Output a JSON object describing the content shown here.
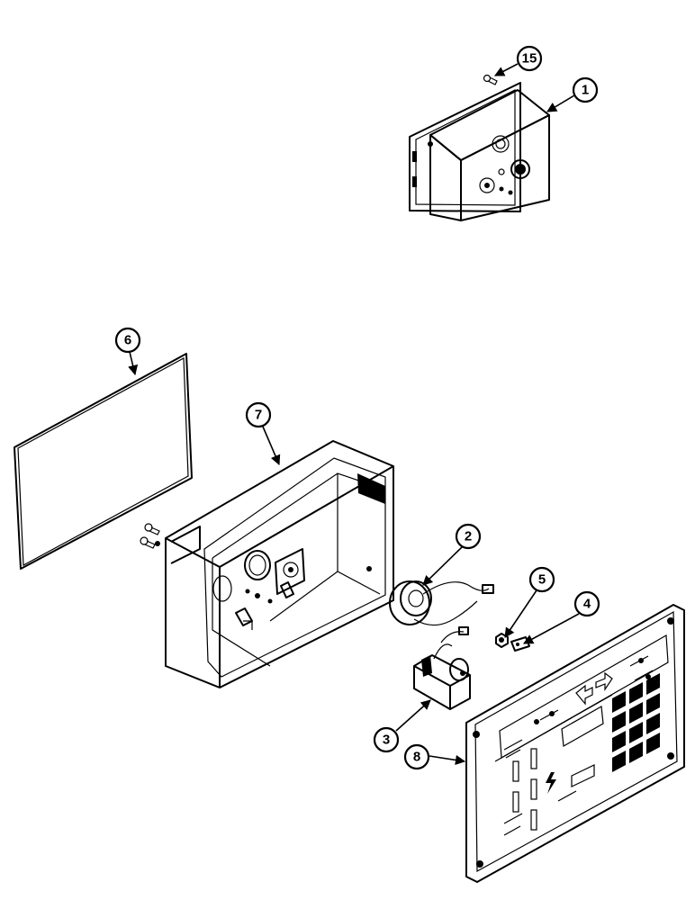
{
  "callouts": [
    {
      "id": "c15",
      "label": "15"
    },
    {
      "id": "c1",
      "label": "1"
    },
    {
      "id": "c6",
      "label": "6"
    },
    {
      "id": "c7",
      "label": "7"
    },
    {
      "id": "c2",
      "label": "2"
    },
    {
      "id": "c5",
      "label": "5"
    },
    {
      "id": "c4",
      "label": "4"
    },
    {
      "id": "c3",
      "label": "3"
    },
    {
      "id": "c8",
      "label": "8"
    }
  ],
  "colors": {
    "ink": "#000000",
    "paper": "#ffffff"
  }
}
